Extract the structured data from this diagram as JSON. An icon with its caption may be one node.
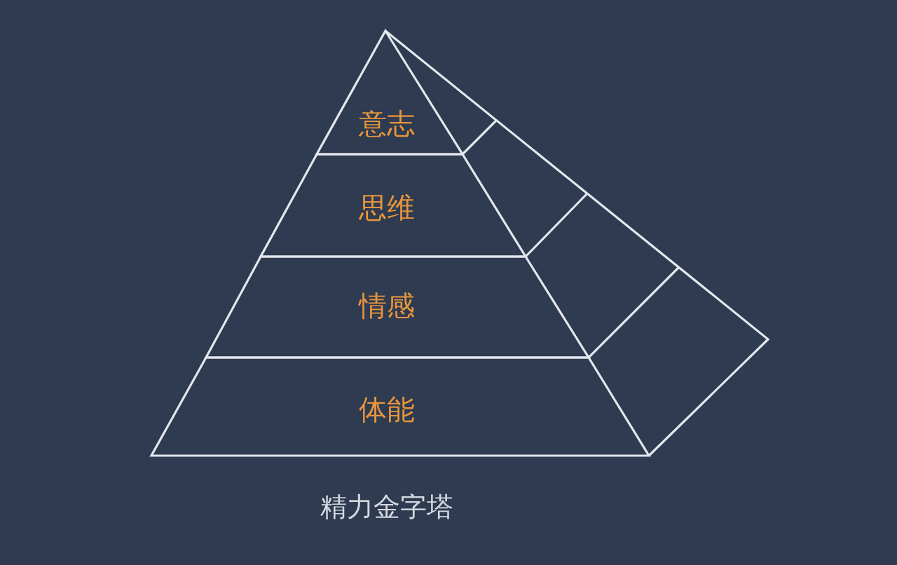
{
  "diagram": {
    "caption": "精力金字塔",
    "nodes": [
      {
        "text": [
          "意志"
        ]
      },
      {
        "text": [
          "思维"
        ]
      },
      {
        "text": [
          "情感"
        ]
      },
      {
        "text": [
          "体能"
        ]
      }
    ]
  }
}
